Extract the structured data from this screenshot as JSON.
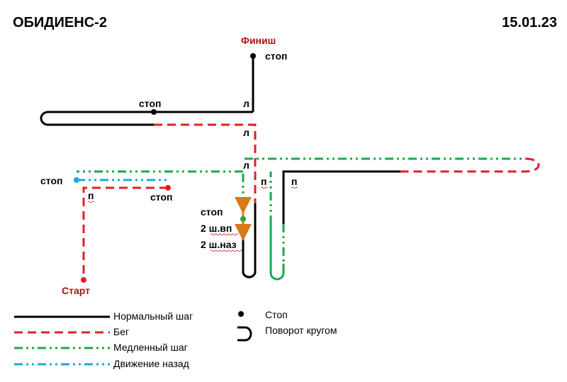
{
  "header": {
    "title": "ОБИДИЕНС-2",
    "date": "15.01.23"
  },
  "labels": {
    "finish": "Финиш",
    "start": "Старт",
    "stop_top": "стоп",
    "stop_mid": "стоп",
    "stop_left": "стоп",
    "stop_right": "стоп",
    "l_1": "л",
    "l_2": "л",
    "l_3": "л",
    "p_1": "п",
    "p_2": "п",
    "p_3": "п",
    "stop_exercise": "стоп",
    "steps_forward": "2 ш.вп",
    "steps_back": "2 ш.наз"
  },
  "legend": {
    "normal": "Нормальный шаг",
    "run": "Бег",
    "slow": "Медленный шаг",
    "back": "Движение назад",
    "stop": "Стоп",
    "turn": "Поворот кругом"
  },
  "colors": {
    "normal": "#000000",
    "run": "#e02020",
    "slow": "#1aa84a",
    "back": "#1aa8e0",
    "label_red": "#b01010",
    "arrow": "#d87a1a",
    "start_dot": "#e02020",
    "back_dot": "#1aa8e0",
    "green_dot": "#2aa040"
  }
}
